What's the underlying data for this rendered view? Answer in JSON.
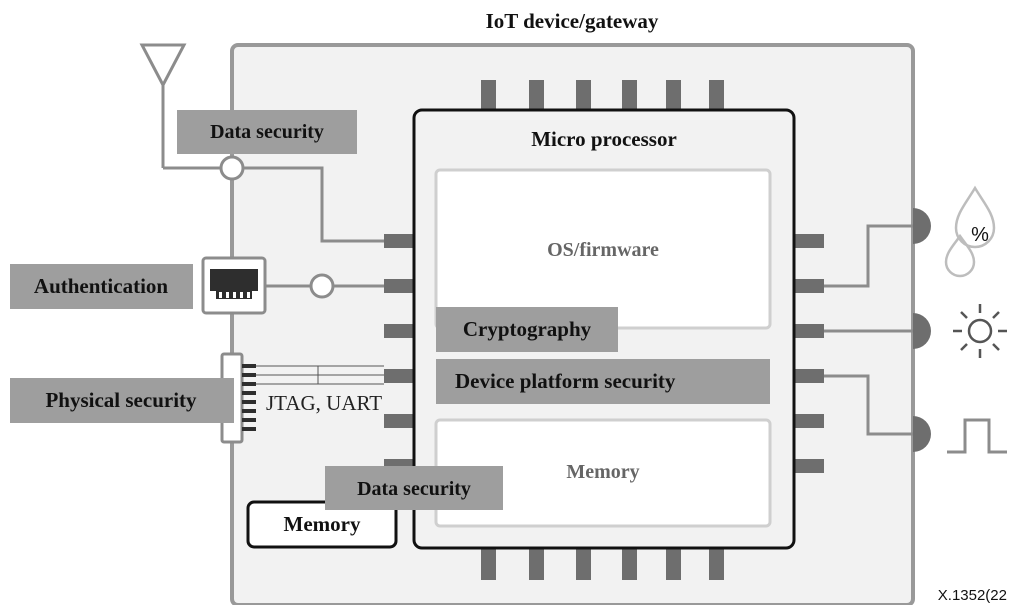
{
  "title": "IoT device/gateway",
  "processor": {
    "title": "Micro processor",
    "os_label": "OS/firmware",
    "memory_label": "Memory"
  },
  "labels": {
    "data_security_top": "Data security",
    "authentication": "Authentication",
    "physical_security": "Physical security",
    "cryptography": "Cryptography",
    "device_platform_security": "Device platform security",
    "data_security_bottom": "Data security",
    "external_memory": "Memory",
    "debug_ports": "JTAG, UART"
  },
  "sensors": {
    "humidity_symbol": "%"
  },
  "figure_id": "X.1352(22"
}
